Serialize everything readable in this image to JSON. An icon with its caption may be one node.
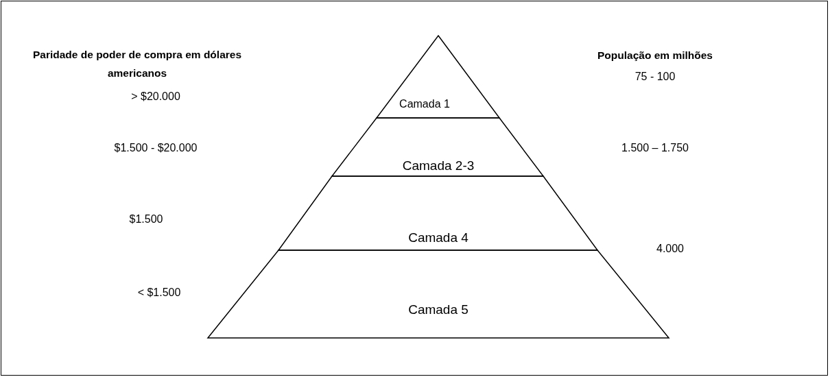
{
  "diagram": {
    "nodes": [
      {
        "text": [
          "Camada 1"
        ]
      },
      {
        "text": [
          "Camada 2-3"
        ]
      },
      {
        "text": [
          "Camada 4"
        ]
      },
      {
        "text": [
          "Camada 5"
        ]
      }
    ],
    "labels": [
      "Paridade de poder de compra em dólares americanos",
      "População em milhões",
      "> $20.000",
      "75 - 100",
      "$1.500 - $20.000",
      "1.500 – 1.750",
      "$1.500",
      "4.000",
      "< $1.500"
    ]
  }
}
